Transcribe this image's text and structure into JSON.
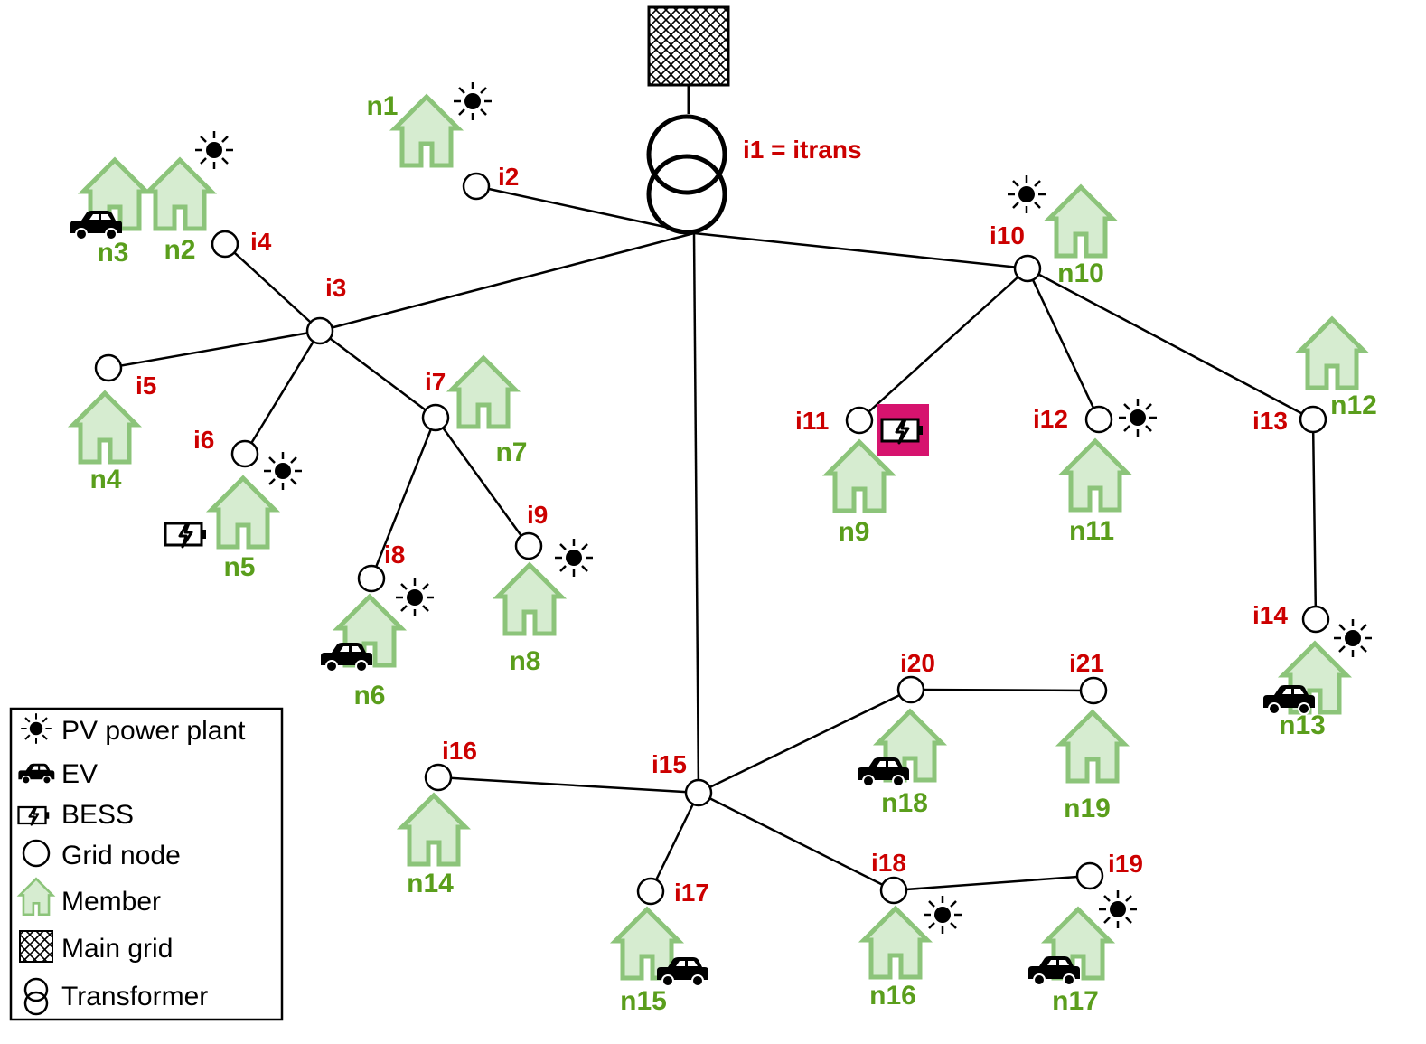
{
  "title_label": "i1 = itrans",
  "colors": {
    "label_red": "#cc0000",
    "label_green": "#5a9e1c",
    "house_fill": "#d6ecd0",
    "house_stroke": "#8cc47a",
    "bess_highlight": "#d6136e",
    "line": "#000000"
  },
  "grid_nodes": [
    "i2",
    "i3",
    "i4",
    "i5",
    "i6",
    "i7",
    "i8",
    "i9",
    "i10",
    "i11",
    "i12",
    "i13",
    "i14",
    "i15",
    "i16",
    "i17",
    "i18",
    "i19",
    "i20",
    "i21"
  ],
  "members": [
    "n1",
    "n2",
    "n3",
    "n4",
    "n5",
    "n6",
    "n7",
    "n8",
    "n9",
    "n10",
    "n11",
    "n12",
    "n13",
    "n14",
    "n15",
    "n16",
    "n17",
    "n18",
    "n19"
  ],
  "edges": [
    [
      "i1",
      "i2"
    ],
    [
      "i1",
      "i3"
    ],
    [
      "i1",
      "i10"
    ],
    [
      "i1",
      "i15"
    ],
    [
      "i3",
      "i4"
    ],
    [
      "i3",
      "i5"
    ],
    [
      "i3",
      "i6"
    ],
    [
      "i3",
      "i7"
    ],
    [
      "i7",
      "i8"
    ],
    [
      "i7",
      "i9"
    ],
    [
      "i10",
      "i11"
    ],
    [
      "i10",
      "i12"
    ],
    [
      "i10",
      "i13"
    ],
    [
      "i13",
      "i14"
    ],
    [
      "i15",
      "i16"
    ],
    [
      "i15",
      "i17"
    ],
    [
      "i15",
      "i18"
    ],
    [
      "i15",
      "i20"
    ],
    [
      "i18",
      "i19"
    ],
    [
      "i20",
      "i21"
    ]
  ],
  "pv_members": [
    "n1",
    "n2",
    "n5",
    "n6",
    "n8",
    "n10",
    "n11",
    "n13",
    "n16",
    "n17"
  ],
  "ev_members": [
    "n3",
    "n6",
    "n13",
    "n15",
    "n17",
    "n18"
  ],
  "bess_members": [
    "n5",
    "n9"
  ],
  "legend": {
    "items": [
      {
        "icon": "sun-icon",
        "label": "PV power plant"
      },
      {
        "icon": "car-icon",
        "label": "EV"
      },
      {
        "icon": "battery-icon",
        "label": "BESS"
      },
      {
        "icon": "circle-node-icon",
        "label": "Grid node"
      },
      {
        "icon": "house-icon",
        "label": "Member"
      },
      {
        "icon": "hatched-square-icon",
        "label": "Main grid"
      },
      {
        "icon": "transformer-icon",
        "label": "Transformer"
      }
    ]
  }
}
